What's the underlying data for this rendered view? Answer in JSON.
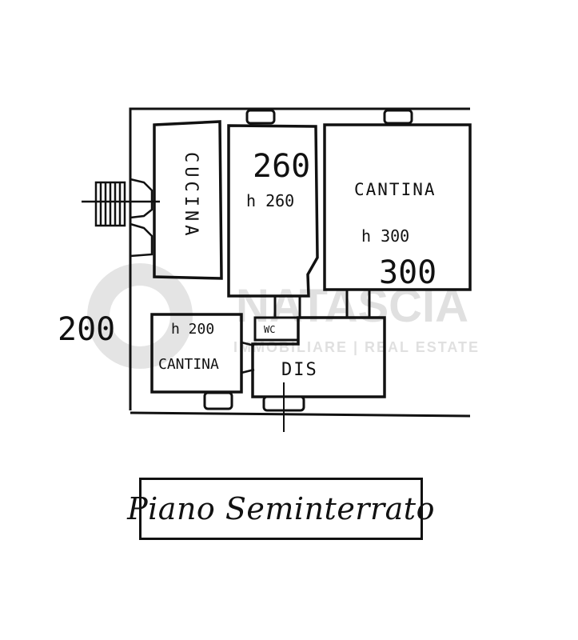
{
  "plan": {
    "rooms": {
      "cucina": {
        "label": "CUCINA"
      },
      "middle_room": {
        "height_mark": "260",
        "height_label": "h 260"
      },
      "cantina_large": {
        "label": "CANTINA",
        "height_label": "h 300",
        "height_mark": "300"
      },
      "cantina_small": {
        "label": "CANTINA",
        "height_label": "h 200"
      },
      "wc": {
        "label": "WC"
      },
      "dis": {
        "label": "DIS"
      }
    },
    "outside_mark": "200"
  },
  "watermark": {
    "brand": "NATASCIA",
    "tagline": "IMMOBILIARE | REAL ESTATE"
  },
  "title": {
    "text": "Piano Seminterrato"
  },
  "colors": {
    "ink": "#111111",
    "watermark": "#d9d9d9"
  }
}
